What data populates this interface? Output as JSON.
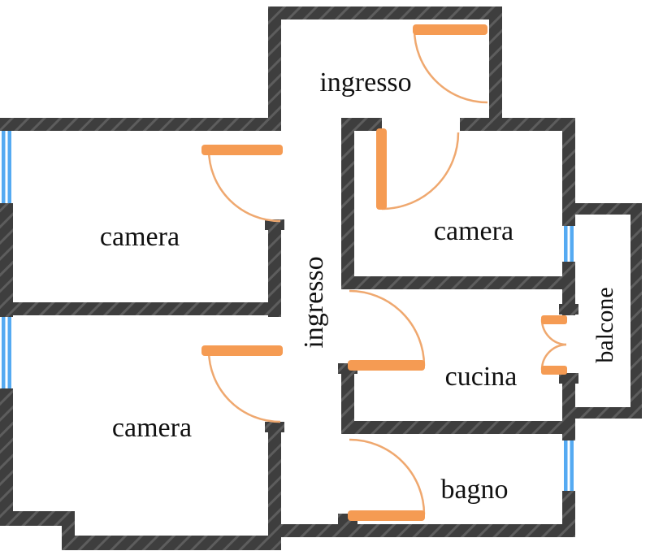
{
  "diagram_type": "apartment floor plan",
  "rooms": {
    "ingresso_top": "ingresso",
    "camera_top_left": "camera",
    "camera_right": "camera",
    "corridor": "ingresso",
    "cucina": "cucina",
    "camera_bottom_left": "camera",
    "balcone": "balcone",
    "bagno": "bagno"
  },
  "colors": {
    "wall": "#3e3e3e",
    "wall_hatch": "#5d5d5d",
    "door": "#f59b53",
    "door_arc": "#efa86f",
    "window": "#55aaf2",
    "background": "#ffffff",
    "label_text": "#111111"
  }
}
